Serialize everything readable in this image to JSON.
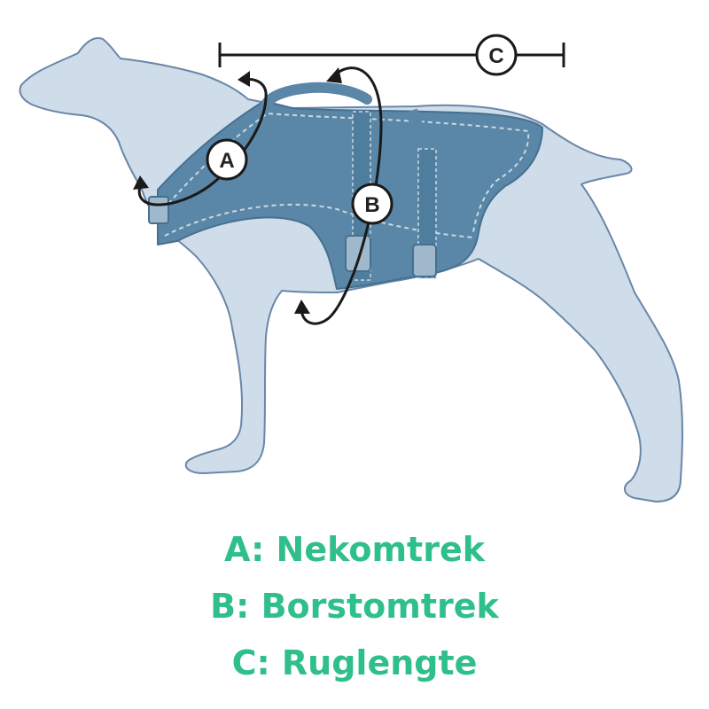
{
  "colors": {
    "dog_fill": "#cfdcea",
    "dog_outline": "#6a86a8",
    "vest_fill": "#5a87a7",
    "vest_stitch": "#c9d8e4",
    "measure_line": "#1a1a1a",
    "marker_fill": "#ffffff",
    "legend_text": "#2fbf8a"
  },
  "markers": {
    "a": "A",
    "b": "B",
    "c": "C"
  },
  "legend": [
    {
      "key": "A:",
      "text": "Nekomtrek"
    },
    {
      "key": "B:",
      "text": "Borstomtrek"
    },
    {
      "key": "C:",
      "text": "Ruglengte"
    }
  ]
}
